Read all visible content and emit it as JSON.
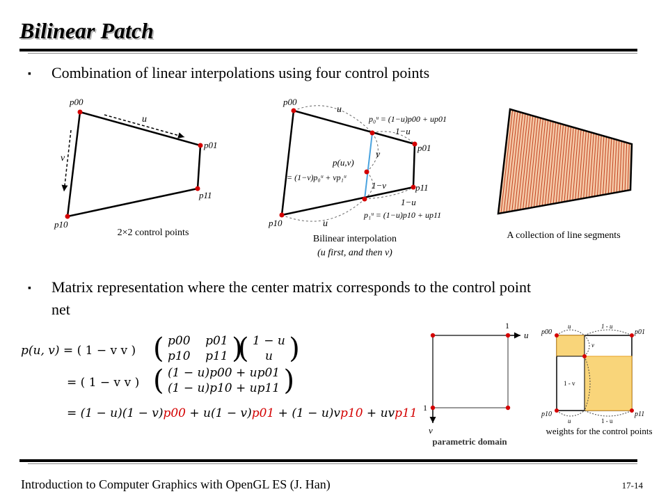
{
  "slide": {
    "title": "Bilinear Patch",
    "bullet1": "Combination of linear interpolations using four control points",
    "bullet2_line1": "Matrix representation where the center matrix corresponds to the control point",
    "bullet2_line2": "net"
  },
  "fig1": {
    "p00": "p00",
    "p01": "p01",
    "p10": "p10",
    "p11": "p11",
    "u": "u",
    "v": "v",
    "caption": "2×2 control points"
  },
  "fig2": {
    "p00": "p00",
    "p01": "p01",
    "p10": "p10",
    "p11": "p11",
    "u_top": "u",
    "u_bottom": "u",
    "v": "v",
    "one_minus_u_top": "1−u",
    "one_minus_u_bottom": "1−u",
    "one_minus_v": "1−v",
    "eq_top": "p₀ᵘ = (1−u)p00 + up01",
    "eq_bottom": "p₁ᵘ = (1−u)p10 + up11",
    "puv": "p(u,v)",
    "eq_mid": "= (1−v)p₀ᵘ + vp₁ᵘ",
    "caption_line1": "Bilinear interpolation",
    "caption_line2": "(u first, and then v)"
  },
  "fig3": {
    "caption": "A collection of line segments"
  },
  "matrix_eq": {
    "lhs": "p(u, v) =",
    "row_vec": "( 1 − v    v )",
    "m00": "p00",
    "m01": "p01",
    "m10": "p10",
    "m11": "p11",
    "col_top": "1 − u",
    "col_bottom": "u",
    "line2_eq": "=",
    "line2_row_vec": "( 1 − v    v )",
    "line2_top": "(1 − u)p00 + up01",
    "line2_bottom": "(1 − u)p10 + up11",
    "line3_eq": "=",
    "line3_a": "(1 − u)(1 − v)",
    "line3_p00": "p00",
    "line3_b": " + u(1 − v)",
    "line3_p01": "p01",
    "line3_c": " + (1 − u)v",
    "line3_p10": "p10",
    "line3_d": " + uv",
    "line3_p11": "p11"
  },
  "param_domain": {
    "one_u": "1",
    "u_axis": "u",
    "one_v": "1",
    "v_axis": "v",
    "caption": "parametric domain"
  },
  "weights": {
    "p00": "p00",
    "p01": "p01",
    "p10": "p10",
    "p11": "p11",
    "u_top": "u",
    "one_minus_u_top": "1 - u",
    "v_label": "v",
    "one_minus_v": "1 - v",
    "u_bottom": "u",
    "one_minus_u_bottom": "1 - u",
    "caption": "weights for the control points"
  },
  "footer": {
    "left": "Introduction to Computer Graphics with OpenGL ES (J. Han)",
    "page": "17-14"
  },
  "colors": {
    "red": "#d40000",
    "orange_fill": "#f9d57a",
    "orange_stroke": "#e8a020",
    "blue": "#4aa3df"
  }
}
